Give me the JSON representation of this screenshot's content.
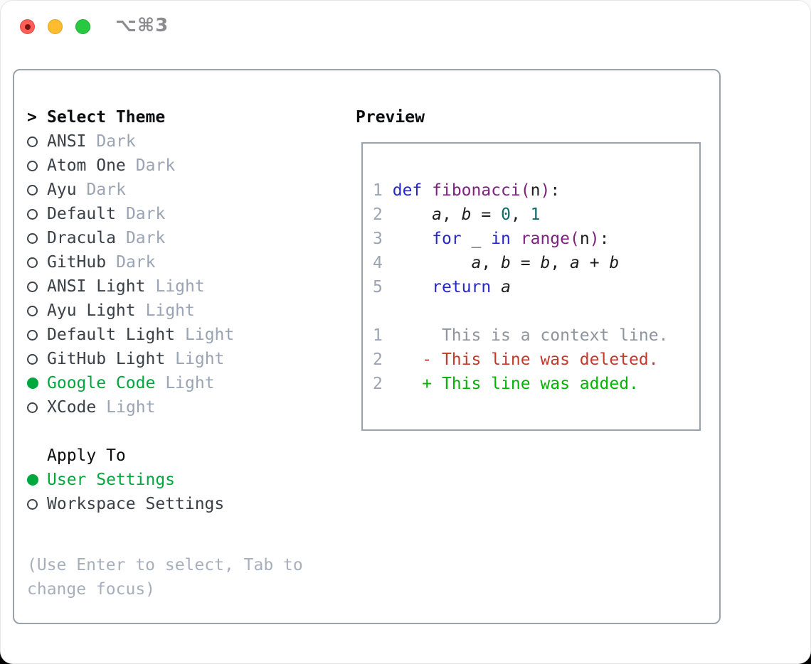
{
  "window": {
    "title": "⌥⌘3"
  },
  "theme_list": {
    "marker": ">",
    "header": "Select Theme",
    "items": [
      {
        "label": "ANSI",
        "tag": "Dark",
        "selected": false
      },
      {
        "label": "Atom One",
        "tag": "Dark",
        "selected": false
      },
      {
        "label": "Ayu",
        "tag": "Dark",
        "selected": false
      },
      {
        "label": "Default",
        "tag": "Dark",
        "selected": false
      },
      {
        "label": "Dracula",
        "tag": "Dark",
        "selected": false
      },
      {
        "label": "GitHub",
        "tag": "Dark",
        "selected": false
      },
      {
        "label": "ANSI Light",
        "tag": "Light",
        "selected": false
      },
      {
        "label": "Ayu Light",
        "tag": "Light",
        "selected": false
      },
      {
        "label": "Default Light",
        "tag": "Light",
        "selected": false
      },
      {
        "label": "GitHub Light",
        "tag": "Light",
        "selected": false
      },
      {
        "label": "Google Code",
        "tag": "Light",
        "selected": true
      },
      {
        "label": "XCode",
        "tag": "Light",
        "selected": false
      }
    ]
  },
  "apply_to": {
    "header": "Apply To",
    "items": [
      {
        "label": "User Settings",
        "selected": true
      },
      {
        "label": "Workspace Settings",
        "selected": false
      }
    ]
  },
  "help": {
    "line1": "(Use Enter to select, Tab to",
    "line2": "change focus)"
  },
  "preview": {
    "header": "Preview",
    "code": [
      [
        "1",
        " ",
        "def",
        " ",
        "fibonacci",
        "(",
        "n",
        ")",
        ":"
      ],
      [
        "2",
        "     ",
        "a",
        ", ",
        "b",
        " = ",
        "0",
        ", ",
        "1"
      ],
      [
        "3",
        "     ",
        "for",
        " _ ",
        "in",
        " ",
        "range",
        "(",
        "n",
        ")",
        ":"
      ],
      [
        "4",
        "         ",
        "a",
        ", ",
        "b",
        " = ",
        "b",
        ", ",
        "a",
        " + ",
        "b"
      ],
      [
        "5",
        "     ",
        "return",
        " ",
        "a"
      ]
    ],
    "diff": [
      [
        "1",
        "      This is a context line."
      ],
      [
        "2",
        "    - This line was deleted."
      ],
      [
        "2",
        "    + This line was added."
      ]
    ]
  },
  "colors": {
    "accent_green": "#00a73e",
    "diff_added": "#00b400",
    "diff_deleted": "#c3392b",
    "keyword_blue": "#2527cd",
    "function_purple": "#7e2180",
    "number_teal": "#106b66",
    "muted_gray": "#9aa4b4",
    "border_gray": "#9aa3ad"
  }
}
